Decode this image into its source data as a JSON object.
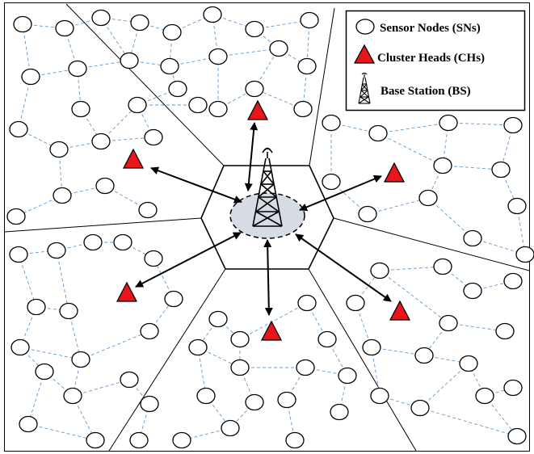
{
  "legend": {
    "sensor_nodes": "Sensor Nodes (SNs)",
    "cluster_heads": "Cluster Heads (CHs)",
    "base_station": "Base Station (BS)"
  },
  "icons": {
    "sensor_node": "circle-icon",
    "cluster_head": "red-triangle-icon",
    "base_station": "transmission-tower-icon"
  },
  "colors": {
    "cluster_head_fill": "#e8151b",
    "link_dashed": "#5b9bd5",
    "base_station_zone": "#d6dce4",
    "line": "#000000",
    "background": "#ffffff"
  }
}
